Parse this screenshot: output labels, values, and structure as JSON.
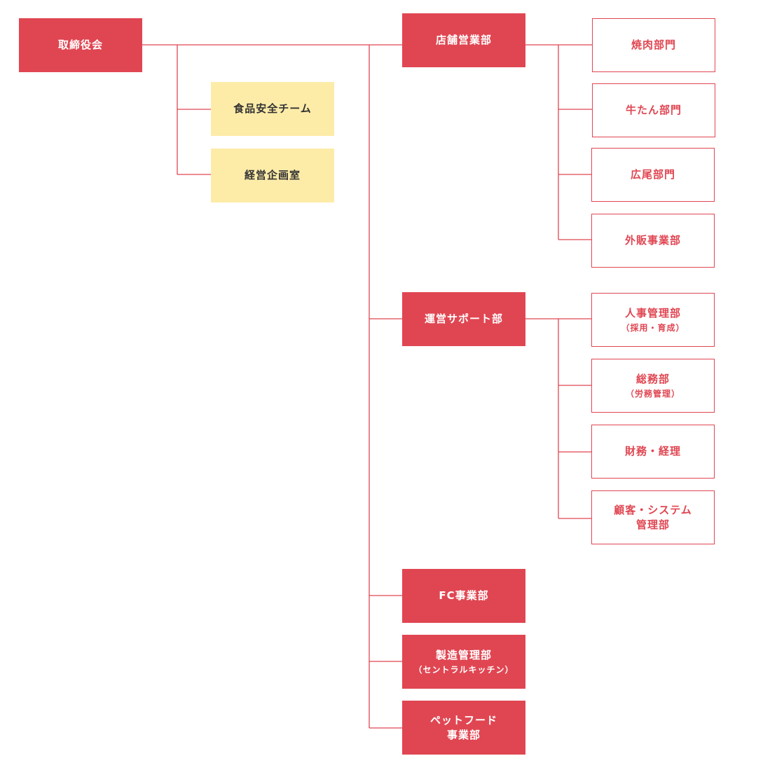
{
  "colors": {
    "primary": "#e04652",
    "support": "#fdeca8",
    "support_text": "#333333",
    "line": "#e04652"
  },
  "nodes": {
    "board": {
      "label": "取締役会"
    },
    "food_safety": {
      "label": "食品安全チーム"
    },
    "planning": {
      "label": "経営企画室"
    },
    "store_ops": {
      "label": "店舗営業部"
    },
    "yakiniku": {
      "label": "焼肉部門"
    },
    "gyutan": {
      "label": "牛たん部門"
    },
    "hiroo": {
      "label": "広尾部門"
    },
    "external_sales": {
      "label": "外販事業部"
    },
    "ops_support": {
      "label": "運営サポート部"
    },
    "hr": {
      "label": "人事管理部",
      "sub": "（採用・育成）"
    },
    "general_affairs": {
      "label": "総務部",
      "sub": "（労務管理）"
    },
    "finance": {
      "label": "財務・経理"
    },
    "customer_system_line1": {
      "label": "顧客・システム"
    },
    "customer_system_line2": {
      "label": "管理部"
    },
    "fc": {
      "label": "FC事業部"
    },
    "manufacturing": {
      "label": "製造管理部",
      "sub": "（セントラルキッチン）"
    },
    "pet_food_line1": {
      "label": "ペットフード"
    },
    "pet_food_line2": {
      "label": "事業部"
    }
  }
}
